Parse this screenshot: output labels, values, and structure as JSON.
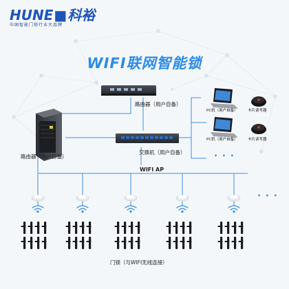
{
  "brand": {
    "name": "HUNE",
    "name_cn": "科裕",
    "tagline": "中国智能门锁行业大品牌"
  },
  "title": "WIFI联网智能锁",
  "nodes": {
    "router_top": "路由器（用户自备）",
    "router_left": "路由器（用户自备）",
    "switch": "交换机（用户自备）",
    "pc1": "PC机（用户自备）",
    "pc2": "PC机（用户自备）",
    "reader1": "卡片读写器",
    "reader2": "卡片读写器",
    "ellipsis_pc": "• • •",
    "ellipsis_ap": "• • •",
    "wifi_ap": "WIFI AP",
    "door_lock": "门锁（与WIFI无线连接）"
  },
  "colors": {
    "accent": "#2f8ce3",
    "brand": "#1f55b8",
    "line": "#3b8fe0"
  }
}
